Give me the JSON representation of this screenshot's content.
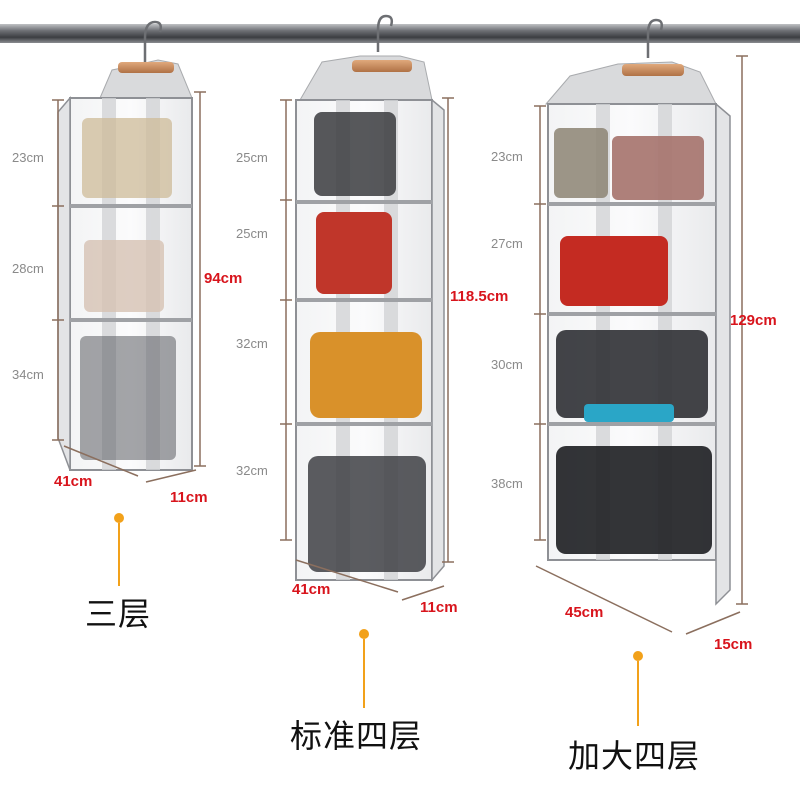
{
  "colors": {
    "dimension_red": "#d8141c",
    "dimension_gray": "#8a8a8a",
    "marker_orange": "#f2a11a",
    "rod": "#6e7075",
    "frame_gray": "#8e9095",
    "hanger_wood": "#c98a5b"
  },
  "organizers": [
    {
      "caption": "三层",
      "tiers": [
        "23cm",
        "28cm",
        "34cm"
      ],
      "height": "94cm",
      "width": "41cm",
      "depth": "11cm"
    },
    {
      "caption": "标准四层",
      "tiers": [
        "25cm",
        "25cm",
        "32cm",
        "32cm"
      ],
      "height": "118.5cm",
      "width": "41cm",
      "depth": "11cm"
    },
    {
      "caption": "加大四层",
      "tiers": [
        "23cm",
        "27cm",
        "30cm",
        "38cm"
      ],
      "height": "129cm",
      "width": "45cm",
      "depth": "15cm"
    }
  ],
  "icons": [
    "hanger-hook-icon",
    "bag-icon",
    "marker-dot-icon"
  ]
}
